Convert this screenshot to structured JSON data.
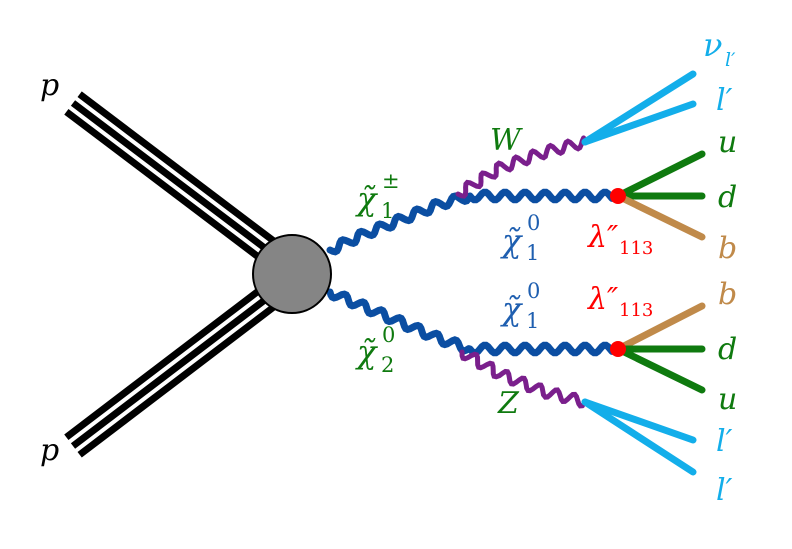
{
  "colors": {
    "proton": "#000000",
    "blob_fill": "#858585",
    "susy": "#0b4ea2",
    "boson": "#7a1f8c",
    "lepton": "#13aeea",
    "quark_light": "#0f7a0f",
    "quark_b": "#c08a4a",
    "rpv": "#ff0000",
    "label_green": "#0f7a0f",
    "label_blue": "#1f5fb0",
    "label_red": "#ff0000",
    "label_cyan": "#13aeea",
    "label_tan": "#c08a4a"
  },
  "labels": {
    "proton_top": "p",
    "proton_bottom": "p",
    "chargino": {
      "base": "χ̃",
      "sup": "±",
      "sub": "1"
    },
    "neutralino2": {
      "base": "χ̃",
      "sup": "0",
      "sub": "2"
    },
    "neutralino1_top": {
      "base": "χ̃",
      "sup": "0",
      "sub": "1"
    },
    "neutralino1_bottom": {
      "base": "χ̃",
      "sup": "0",
      "sub": "1"
    },
    "w_boson": "W",
    "z_boson": "Z",
    "rpv_top": {
      "base": "λ″",
      "sub": "113"
    },
    "rpv_bottom": {
      "base": "λ″",
      "sub": "113"
    },
    "neutrino": {
      "base": "ν",
      "sub": "l′"
    },
    "lepton_top": "l′",
    "quark_u_top": "u",
    "quark_d_top": "d",
    "quark_b_top": "b",
    "quark_b_bottom": "b",
    "quark_d_bottom": "d",
    "quark_u_bottom": "u",
    "lepton_bottom_1": "l′",
    "lepton_bottom_2": "l′"
  }
}
